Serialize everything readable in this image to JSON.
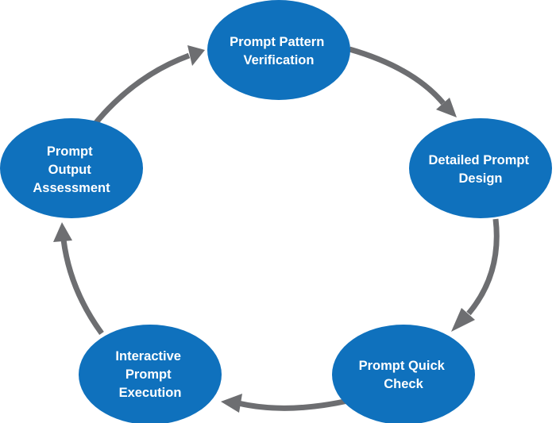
{
  "diagram": {
    "nodes": [
      {
        "id": "prompt-pattern-verification",
        "lines": [
          "Prompt Pattern",
          "Verification"
        ]
      },
      {
        "id": "detailed-prompt-design",
        "lines": [
          "Detailed Prompt",
          "Design"
        ]
      },
      {
        "id": "prompt-quick-check",
        "lines": [
          "Prompt Quick",
          "Check"
        ]
      },
      {
        "id": "interactive-prompt-execution",
        "lines": [
          "Interactive",
          "Prompt",
          "Execution"
        ]
      },
      {
        "id": "prompt-output-assessment",
        "lines": [
          "Prompt",
          "Output",
          "Assessment"
        ]
      }
    ],
    "edges": [
      {
        "from": "prompt-pattern-verification",
        "to": "detailed-prompt-design"
      },
      {
        "from": "detailed-prompt-design",
        "to": "prompt-quick-check"
      },
      {
        "from": "prompt-quick-check",
        "to": "interactive-prompt-execution"
      },
      {
        "from": "interactive-prompt-execution",
        "to": "prompt-output-assessment"
      },
      {
        "from": "prompt-output-assessment",
        "to": "prompt-pattern-verification"
      }
    ],
    "colors": {
      "node_fill": "#0f71bd",
      "node_text": "#ffffff",
      "arrow": "#6d6e71"
    }
  }
}
